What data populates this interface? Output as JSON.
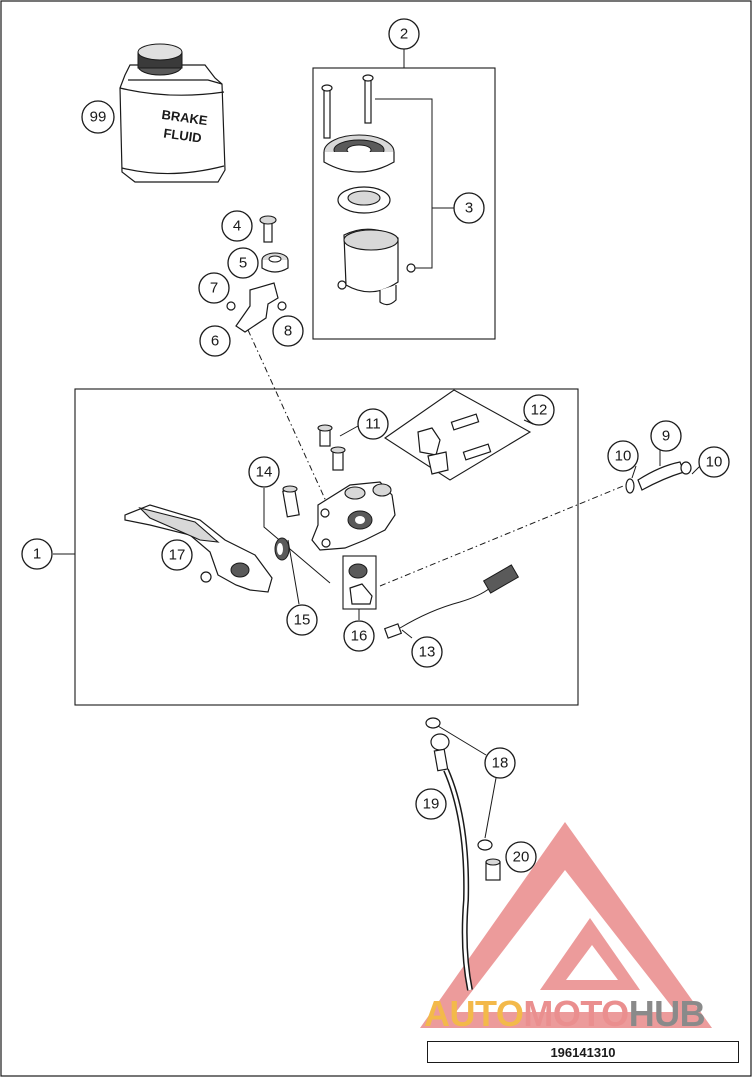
{
  "callouts": [
    {
      "id": "c1",
      "label": "1"
    },
    {
      "id": "c2",
      "label": "2"
    },
    {
      "id": "c3",
      "label": "3"
    },
    {
      "id": "c4",
      "label": "4"
    },
    {
      "id": "c5",
      "label": "5"
    },
    {
      "id": "c6",
      "label": "6"
    },
    {
      "id": "c7",
      "label": "7"
    },
    {
      "id": "c8",
      "label": "8"
    },
    {
      "id": "c9",
      "label": "9"
    },
    {
      "id": "c10a",
      "label": "10"
    },
    {
      "id": "c10b",
      "label": "10"
    },
    {
      "id": "c11",
      "label": "11"
    },
    {
      "id": "c12",
      "label": "12"
    },
    {
      "id": "c13",
      "label": "13"
    },
    {
      "id": "c14",
      "label": "14"
    },
    {
      "id": "c15",
      "label": "15"
    },
    {
      "id": "c16",
      "label": "16"
    },
    {
      "id": "c17",
      "label": "17"
    },
    {
      "id": "c18",
      "label": "18"
    },
    {
      "id": "c19",
      "label": "19"
    },
    {
      "id": "c20",
      "label": "20"
    },
    {
      "id": "c99",
      "label": "99"
    }
  ],
  "brake_fluid": {
    "line1": "BRAKE",
    "line2": "FLUID"
  },
  "reference_number": "196141310",
  "watermark": {
    "part1": "AUTO",
    "part2": "MOTO",
    "part3": "HUB"
  },
  "colors": {
    "ink": "#1a1a1a",
    "watermark_red": "#e98a8a",
    "watermark_orange": "#f3b94a",
    "watermark_gray": "#8a8a8a"
  }
}
